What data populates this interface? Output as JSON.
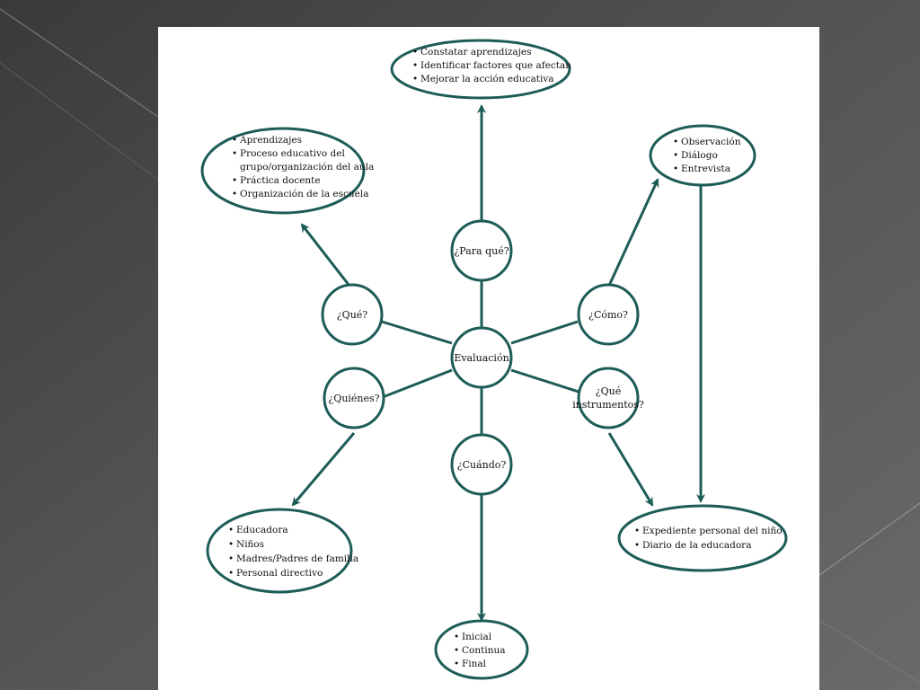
{
  "colors": {
    "accent": "#1d5c57",
    "slide_background": "#ffffff",
    "page_background": "#4a4a4a"
  },
  "center": {
    "label": "Evaluación"
  },
  "questions": {
    "para_que": "¿Para qué?",
    "que": "¿Qué?",
    "como": "¿Cómo?",
    "quienes": "¿Quiénes?",
    "cuando": "¿Cuándo?",
    "que_instrumentos_line1": "¿Qué",
    "que_instrumentos_line2": "instrumentos?"
  },
  "answers": {
    "purposes": [
      "Constatar aprendizajes",
      "Identificar factores que afectan",
      "Mejorar la acción educativa"
    ],
    "objects": [
      "Aprendizajes",
      "Proceso educativo del",
      "grupo/organización del aula",
      "Práctica docente",
      "Organización de la escuela"
    ],
    "methods": [
      "Observación",
      "Diálogo",
      "Entrevista"
    ],
    "agents": [
      "Educadora",
      "Niños",
      "Madres/Padres de familia",
      "Personal directivo"
    ],
    "instruments": [
      "Expediente personal del niño",
      "Diario de la educadora"
    ],
    "moments": [
      "Inicial",
      "Continua",
      "Final"
    ]
  },
  "bullet": "•"
}
